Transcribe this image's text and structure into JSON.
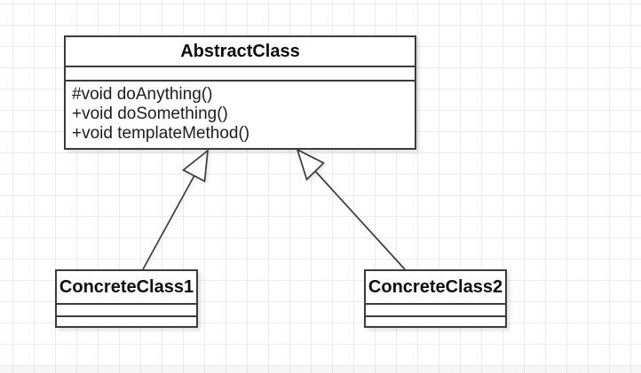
{
  "diagram": {
    "kind": "uml-class-diagram",
    "classes": [
      {
        "name": "AbstractClass",
        "attributes": [],
        "methods": [
          "#void doAnything()",
          "+void doSomething()",
          "+void templateMethod()"
        ]
      },
      {
        "name": "ConcreteClass1",
        "attributes": [],
        "methods": []
      },
      {
        "name": "ConcreteClass2",
        "attributes": [],
        "methods": []
      }
    ],
    "relationships": [
      {
        "type": "generalization",
        "from": "ConcreteClass1",
        "to": "AbstractClass"
      },
      {
        "type": "generalization",
        "from": "ConcreteClass2",
        "to": "AbstractClass"
      }
    ],
    "colors": {
      "shape_stroke": "#3b3b3b",
      "shape_fill": "#ffffff",
      "grid_line": "#ececec",
      "text": "#1a1a1a"
    }
  }
}
